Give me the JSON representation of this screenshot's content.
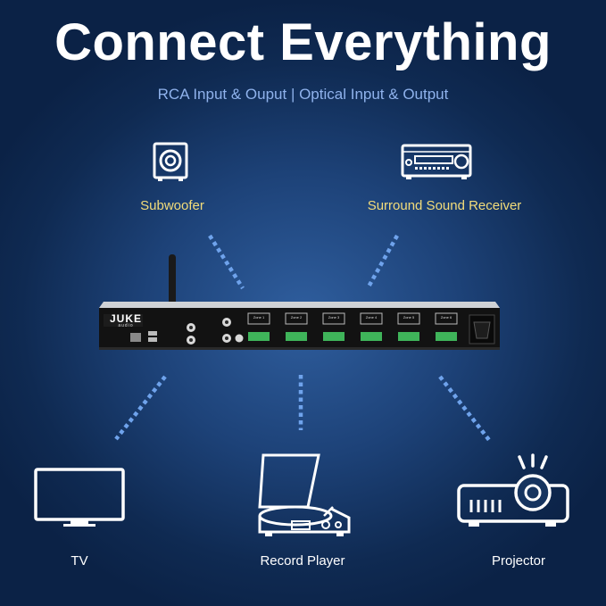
{
  "header": {
    "title": "Connect Everything",
    "subtitle": "RCA Input & Ouput | Optical Input & Output"
  },
  "devices": {
    "subwoofer": "Subwoofer",
    "receiver": "Surround Sound Receiver",
    "tv": "TV",
    "record_player": "Record Player",
    "projector": "Projector"
  },
  "amplifier": {
    "logo_top": "JUKE",
    "logo_bottom": "audio",
    "zones": [
      "Zone 1",
      "Zone 2",
      "Zone 3",
      "Zone 4",
      "Zone 5",
      "Zone 6"
    ]
  },
  "colors": {
    "title": "#ffffff",
    "subtitle": "#8fb2ec",
    "top_labels": "#f3dc7a",
    "bottom_labels": "#ffffff",
    "connector_dots": "#6fa3ec",
    "terminals": "#3fb45a"
  }
}
